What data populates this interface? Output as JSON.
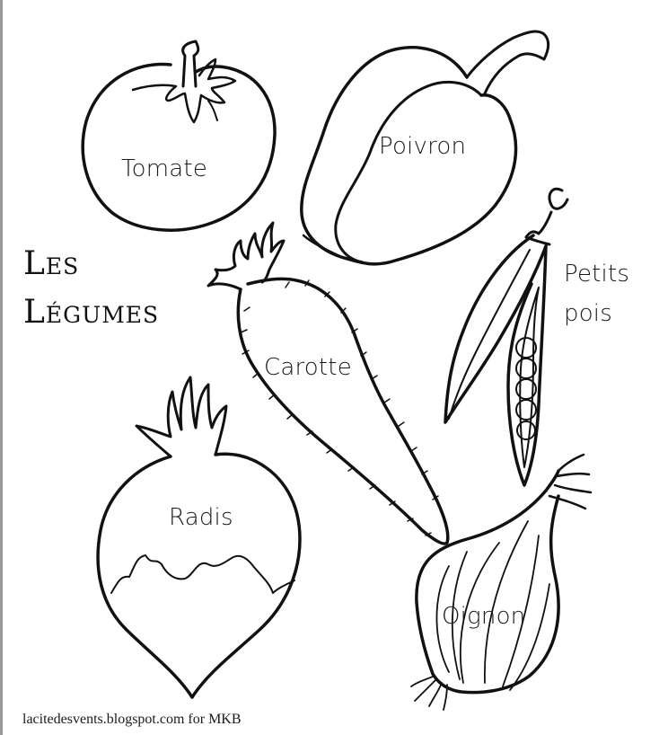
{
  "title": {
    "line1": "Les",
    "line2": "Légumes"
  },
  "vegetables": [
    {
      "id": "tomate",
      "label": "Tomate"
    },
    {
      "id": "poivron",
      "label": "Poivron"
    },
    {
      "id": "petits-pois",
      "label_line1": "Petits",
      "label_line2": "pois"
    },
    {
      "id": "carotte",
      "label": "Carotte"
    },
    {
      "id": "radis",
      "label": "Radis"
    },
    {
      "id": "oignon",
      "label": "Oignon"
    }
  ],
  "footer": {
    "credit": "lacitedesvents.blogspot.com for MKB"
  },
  "colors": {
    "background": "#ffffff",
    "ink": "#111111",
    "edge": "#9a9a9a"
  }
}
